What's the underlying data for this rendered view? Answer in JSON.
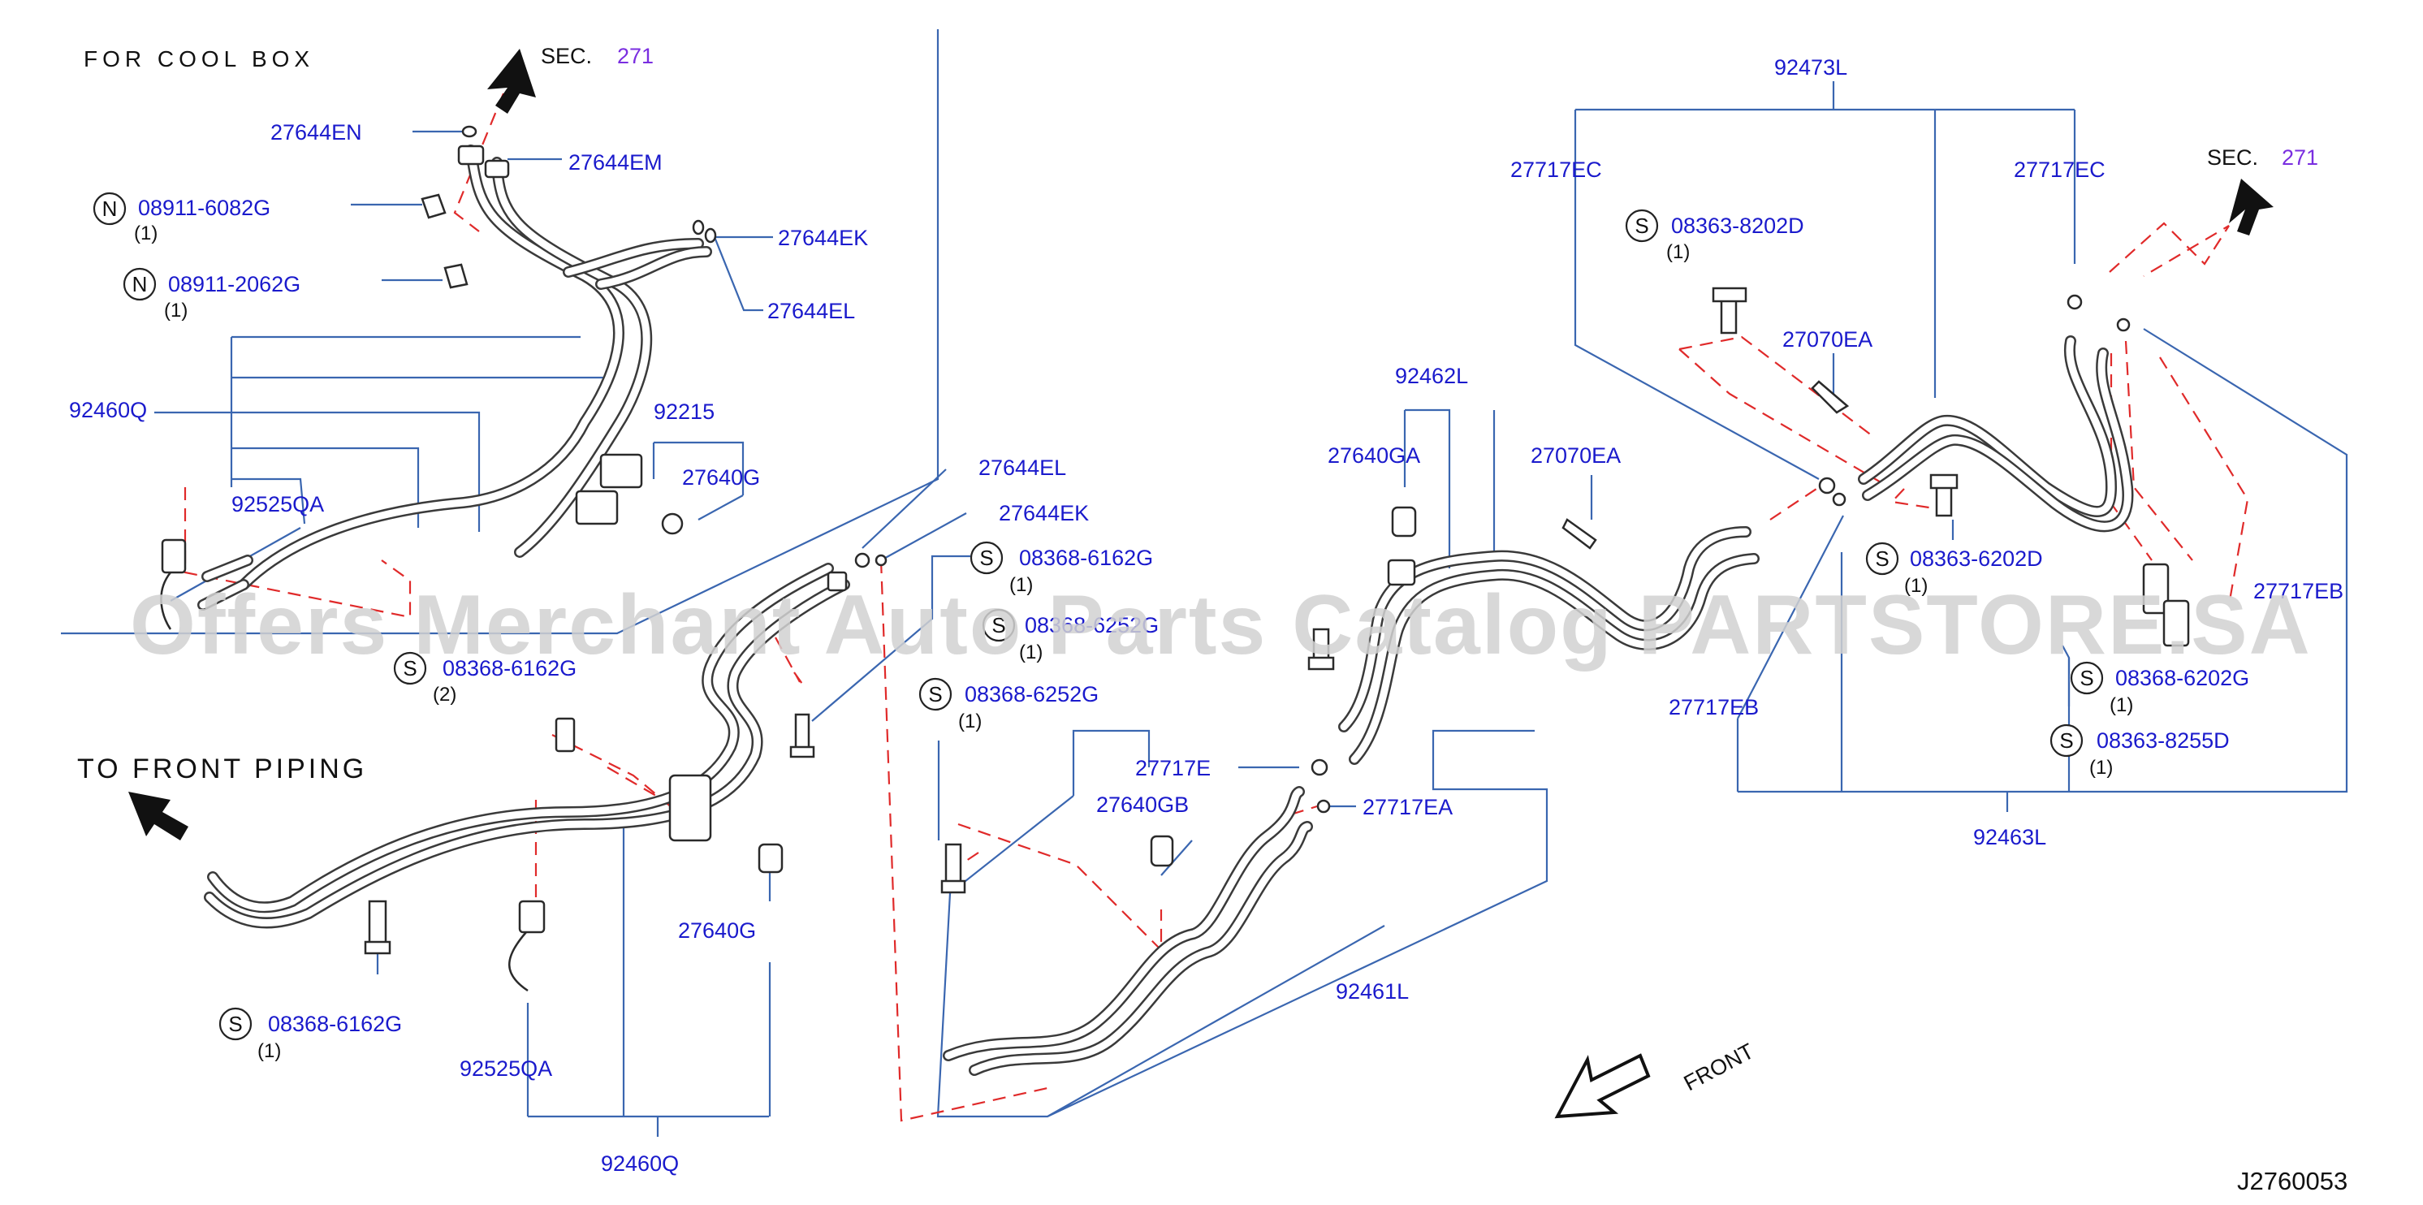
{
  "header": {
    "for_cool_box": "FOR  COOL  BOX",
    "to_front_piping": "TO  FRONT  PIPING",
    "front": "FRONT",
    "sec_label": "SEC.",
    "sec_number": "271",
    "diagram_code": "J2760053"
  },
  "labels": {
    "p27644EN": "27644EN",
    "p27644EM": "27644EM",
    "p27644EK_top": "27644EK",
    "p27644EL_top": "27644EL",
    "p92460Q_left": "92460Q",
    "p92215": "92215",
    "p27640G_top": "27640G",
    "p92525QA_top": "92525QA",
    "p27644EL_mid": "27644EL",
    "p27644EK_mid": "27644EK",
    "p27640G_bottom": "27640G",
    "p92525QA_bottom": "92525QA",
    "p92460Q_bottom": "92460Q",
    "p92462L": "92462L",
    "p27640GA": "27640GA",
    "p27070EA_mid": "27070EA",
    "p27717E": "27717E",
    "p27640GB": "27640GB",
    "p27717EA": "27717EA",
    "p92461L": "92461L",
    "p92473L": "92473L",
    "p27717EC_left": "27717EC",
    "p27717EC_right": "27717EC",
    "p27070EA_top": "27070EA",
    "p27717EB_left": "27717EB",
    "p27717EB_right": "27717EB",
    "p92463L": "92463L"
  },
  "callouts": [
    {
      "symbol": "N",
      "part": "08911-6082G",
      "qty": "(1)"
    },
    {
      "symbol": "N",
      "part": "08911-2062G",
      "qty": "(1)"
    },
    {
      "symbol": "S",
      "part": "08368-6162G",
      "qty": "(2)"
    },
    {
      "symbol": "S",
      "part": "08368-6162G",
      "qty": "(1)"
    },
    {
      "symbol": "S",
      "part": "08368-6162G",
      "qty": "(1)"
    },
    {
      "symbol": "S",
      "part": "08368-6252G",
      "qty": "(1)"
    },
    {
      "symbol": "S",
      "part": "08368-6252G",
      "qty": "(1)"
    },
    {
      "symbol": "S",
      "part": "08363-8202D",
      "qty": "(1)"
    },
    {
      "symbol": "S",
      "part": "08363-6202D",
      "qty": "(1)"
    },
    {
      "symbol": "S",
      "part": "08368-6202G",
      "qty": "(1)"
    },
    {
      "symbol": "S",
      "part": "08363-8255D",
      "qty": "(1)"
    }
  ],
  "watermark": "Offers Merchant Auto Parts Catalog PARTSTORE.SA"
}
